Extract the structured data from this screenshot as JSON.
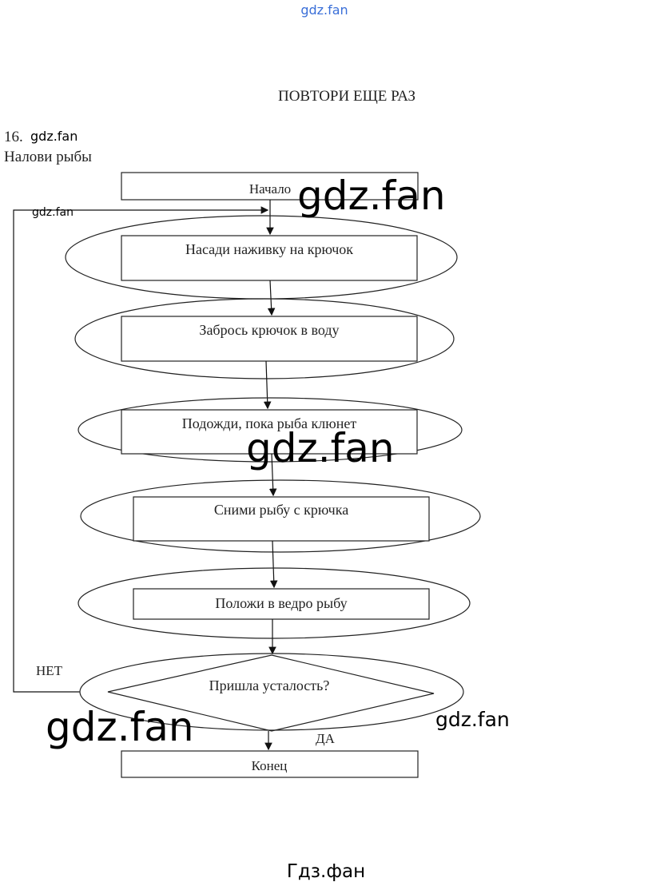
{
  "watermarks": {
    "top": "gdz.fan",
    "small_left": "gdz.fan",
    "arrow_label": "gdz.fan",
    "large_1": "gdz.fan",
    "large_2": "gdz.fan",
    "large_3": "gdz.fan",
    "right": "gdz.fan",
    "bottom": "Гдз.фан",
    "color_top": "#3a6fd8"
  },
  "title": "ПОВТОРИ ЕЩЕ РАЗ",
  "task_number": "16.",
  "task_name": "Налови рыбы",
  "flowchart": {
    "start": "Начало",
    "steps": [
      "Насади наживку на крючок",
      "Забрось крючок в воду",
      "Подожди, пока рыба клюнет",
      "Сними рыбу с крючка",
      "Положи в ведро рыбу"
    ],
    "decision": "Пришла усталость?",
    "no_label": "НЕТ",
    "yes_label": "ДА",
    "end": "Конец"
  }
}
